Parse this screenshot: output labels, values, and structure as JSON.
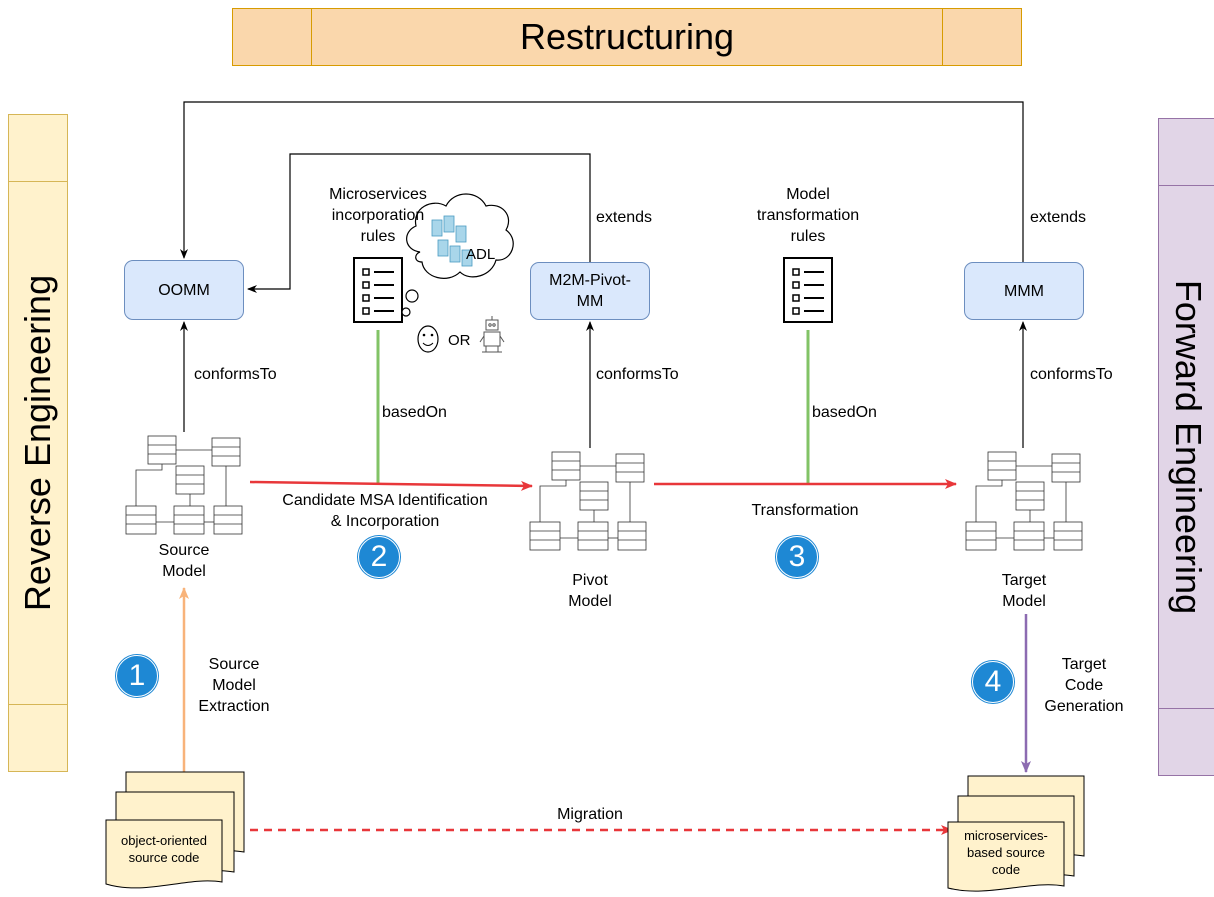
{
  "bands": {
    "top": "Restructuring",
    "left": "Reverse Engineering",
    "right": "Forward Engineering"
  },
  "metamodels": {
    "oomm": "OOMM",
    "pivot_mm_line1": "M2M-Pivot-",
    "pivot_mm_line2": "MM",
    "mmm": "MMM"
  },
  "rules": {
    "ms_line1": "Microservices",
    "ms_line2": "incorporation",
    "ms_line3": "rules",
    "adl": "ADL",
    "or": "OR",
    "mt_line1": "Model",
    "mt_line2": "transformation",
    "mt_line3": "rules"
  },
  "relations": {
    "conforms_to": "conformsTo",
    "based_on": "basedOn",
    "extends": "extends"
  },
  "models": {
    "source_line1": "Source",
    "source_line2": "Model",
    "pivot_line1": "Pivot",
    "pivot_line2": "Model",
    "target_line1": "Target",
    "target_line2": "Model"
  },
  "steps": {
    "n1": "1",
    "n2": "2",
    "n3": "3",
    "n4": "4",
    "s1_line1": "Source",
    "s1_line2": "Model",
    "s1_line3": "Extraction",
    "s2_line1": "Candidate MSA Identification",
    "s2_line2": "& Incorporation",
    "s3": "Transformation",
    "s4_line1": "Target",
    "s4_line2": "Code",
    "s4_line3": "Generation"
  },
  "code": {
    "oo_line1": "object-oriented",
    "oo_line2": "source code",
    "ms_line1": "microservices-",
    "ms_line2": "based source",
    "ms_line3": "code",
    "migration": "Migration"
  },
  "colors": {
    "metamodel_fill": "#dae8fc",
    "metamodel_stroke": "#6c8ebf",
    "top_band": "#fad7ac",
    "left_band": "#fff2cc",
    "right_band": "#e1d5e7",
    "red_arrow": "#e8373a",
    "green_line": "#82c366",
    "orange_arrow": "#f8b37a",
    "purple_arrow": "#8c6bb1",
    "step_circle": "#1e88d4"
  }
}
